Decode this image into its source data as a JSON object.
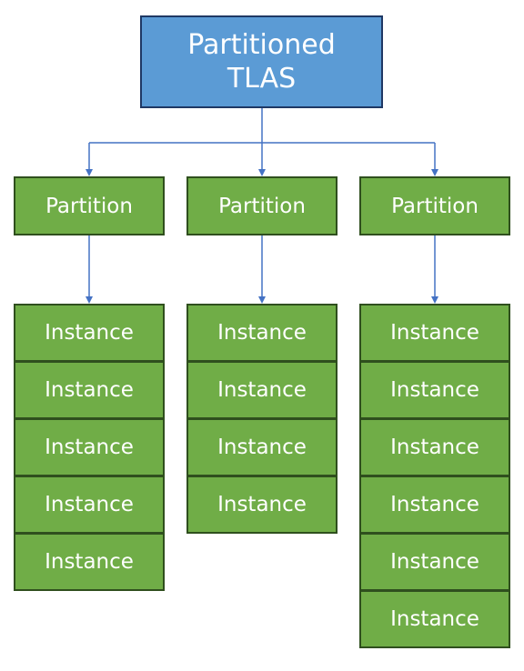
{
  "root": {
    "label": "Partitioned TLAS"
  },
  "partitions": [
    {
      "label": "Partition",
      "instances": [
        "Instance",
        "Instance",
        "Instance",
        "Instance",
        "Instance"
      ]
    },
    {
      "label": "Partition",
      "instances": [
        "Instance",
        "Instance",
        "Instance",
        "Instance"
      ]
    },
    {
      "label": "Partition",
      "instances": [
        "Instance",
        "Instance",
        "Instance",
        "Instance",
        "Instance",
        "Instance"
      ]
    }
  ],
  "colors": {
    "root_fill": "#5b9bd5",
    "root_border": "#1f3864",
    "node_fill": "#70ad47",
    "node_border": "#2f4f1e",
    "connector": "#4472c4",
    "text": "#ffffff"
  }
}
